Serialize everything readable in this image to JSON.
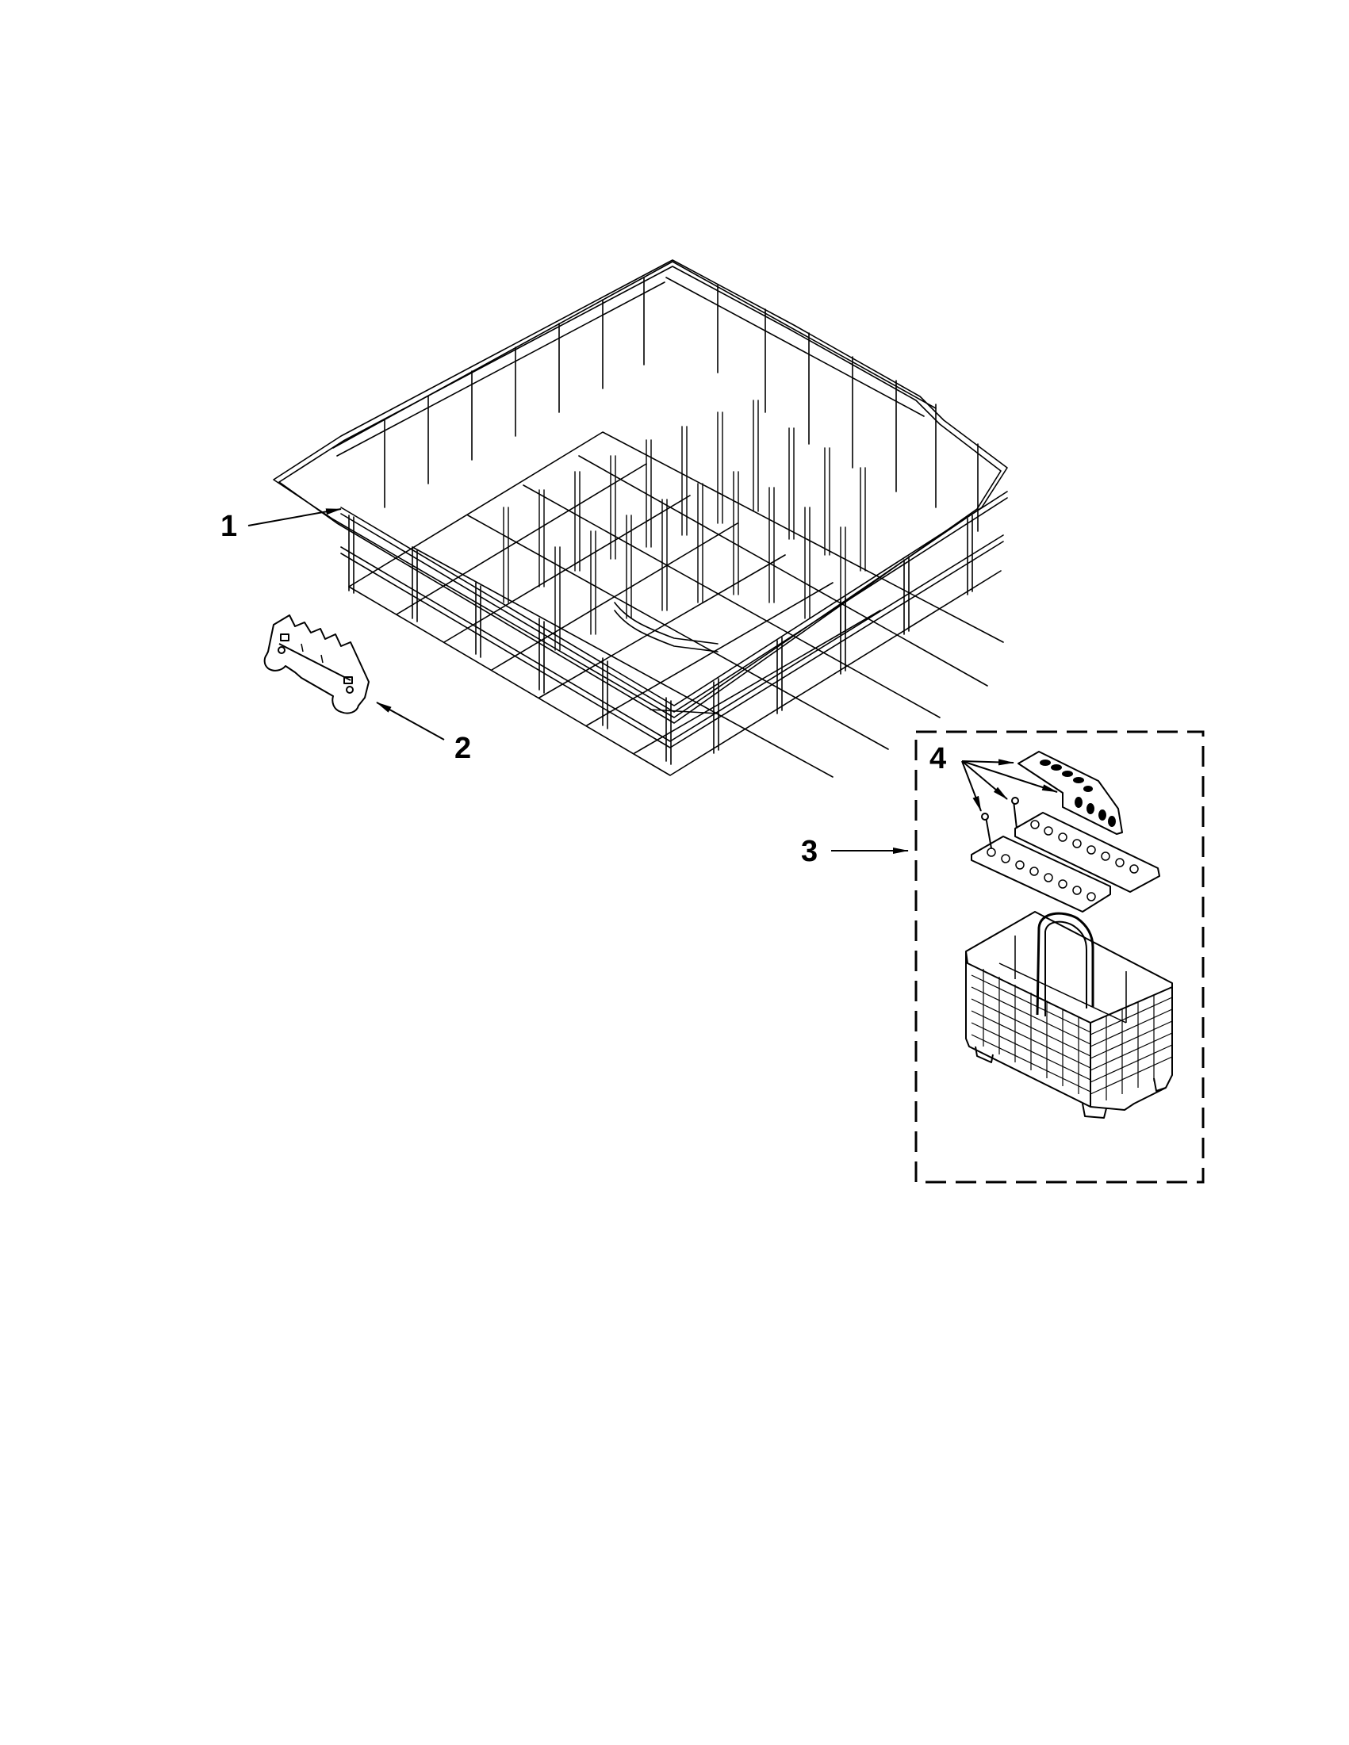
{
  "diagram": {
    "type": "exploded-parts-diagram",
    "background": "#ffffff",
    "line_color": "#000000",
    "callouts": [
      {
        "number": "1",
        "part": "lower-dish-rack"
      },
      {
        "number": "2",
        "part": "rack-roller-clip"
      },
      {
        "number": "3",
        "part": "silverware-basket-assembly"
      },
      {
        "number": "4",
        "part": "silverware-basket-covers"
      }
    ],
    "inset_box": {
      "style": "dashed",
      "contains_callouts": [
        "3",
        "4"
      ]
    }
  }
}
